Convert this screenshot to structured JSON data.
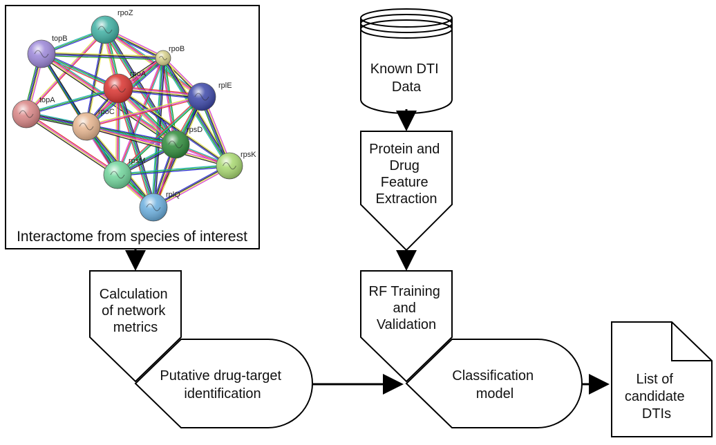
{
  "interactome": {
    "caption": "Interactome from species of interest",
    "nodes": [
      {
        "id": "rpoZ",
        "label": "rpoZ",
        "color": "#3fb0a3"
      },
      {
        "id": "topB",
        "label": "topB",
        "color": "#9b86d8"
      },
      {
        "id": "rpoB",
        "label": "rpoB",
        "color": "#d6d08a"
      },
      {
        "id": "rpoA",
        "label": "rpoA",
        "color": "#d9322e"
      },
      {
        "id": "rplE",
        "label": "rplE",
        "color": "#3b46a8"
      },
      {
        "id": "topA",
        "label": "topA",
        "color": "#d98585"
      },
      {
        "id": "rpoC",
        "label": "rpoC",
        "color": "#e6b48e"
      },
      {
        "id": "rpsD",
        "label": "rpsD",
        "color": "#2e8b3a"
      },
      {
        "id": "rpsK",
        "label": "rpsK",
        "color": "#a8d870"
      },
      {
        "id": "rpsM",
        "label": "rpsM",
        "color": "#6fd49a"
      },
      {
        "id": "rplQ",
        "label": "rplQ",
        "color": "#6aaede"
      }
    ],
    "edge_colors": [
      "#2b2bd6",
      "#d63bd6",
      "#1a9a1a",
      "#e3e34a",
      "#1ab0b0",
      "#222222",
      "#e03232"
    ]
  },
  "left_flow": {
    "calc_label": [
      "Calculation",
      "of network",
      "metrics"
    ],
    "putative_label": [
      "Putative drug-target",
      "identification"
    ]
  },
  "right_flow": {
    "known_dti_label": [
      "Known DTI",
      "Data"
    ],
    "feature_label": [
      "Protein and",
      "Drug",
      "Feature",
      "Extraction"
    ],
    "rf_label": [
      "RF Training",
      "and",
      "Validation"
    ],
    "classification_label": [
      "Classification",
      "model"
    ],
    "output_label": [
      "List of",
      "candidate",
      "DTIs"
    ]
  }
}
